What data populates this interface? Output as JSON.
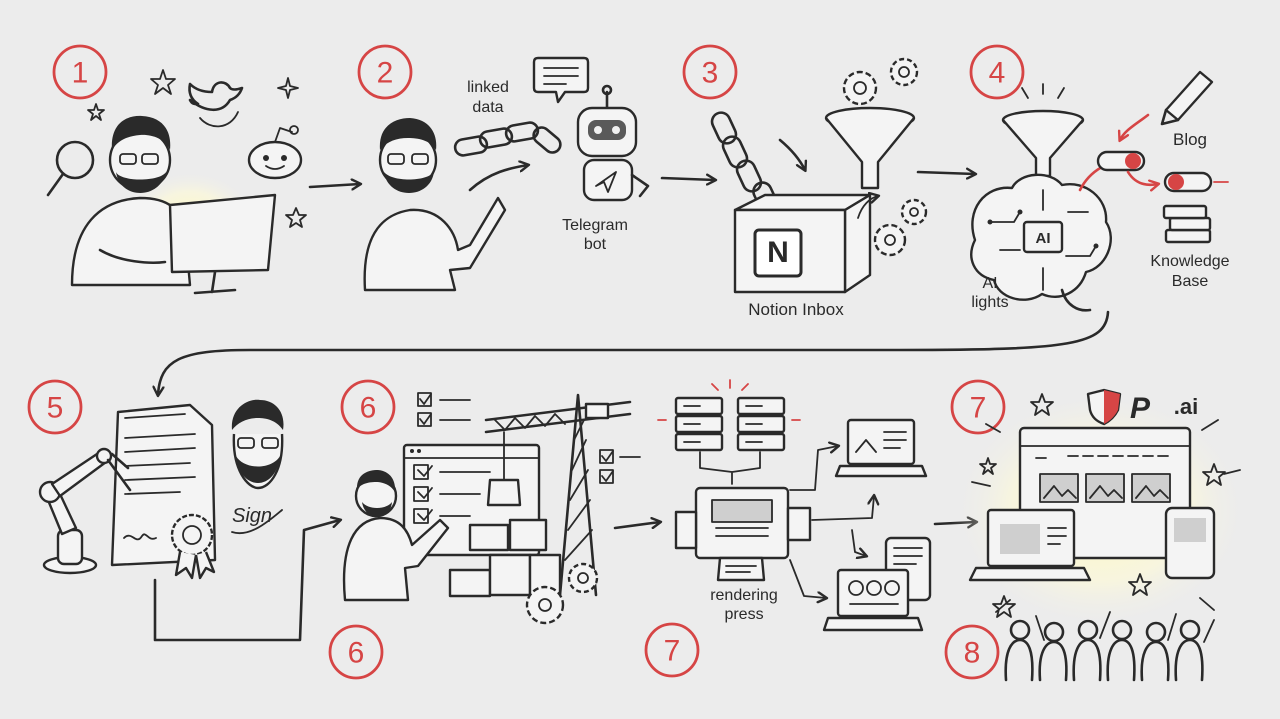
{
  "steps": [
    {
      "id": "1",
      "number": "1"
    },
    {
      "id": "2",
      "number": "2"
    },
    {
      "id": "3",
      "number": "3"
    },
    {
      "id": "4",
      "number": "4"
    },
    {
      "id": "5",
      "number": "5"
    },
    {
      "id": "6a",
      "number": "6"
    },
    {
      "id": "6b",
      "number": "6"
    },
    {
      "id": "7a",
      "number": "7"
    },
    {
      "id": "7b",
      "number": "7"
    },
    {
      "id": "8",
      "number": "8"
    }
  ],
  "labels": {
    "linked_data_line1": "linked",
    "linked_data_line2": "data",
    "telegram_line1": "Telegram",
    "telegram_line2": "bot",
    "notion_letter": "N",
    "notion_inbox": "Notion Inbox",
    "ai_chip": "AI",
    "ai_lights_line1": "AI",
    "ai_lights_line2": "lights",
    "blog": "Blog",
    "knowledge_line1": "Knowledge",
    "knowledge_line2": "Base",
    "rendering_line1": "rendering",
    "rendering_line2": "press",
    "domain": ".ai",
    "brand_letter": "P",
    "signature": "Sign"
  },
  "colors": {
    "accent_red": "#d64545",
    "ink": "#2a2a2a",
    "background": "#ececec",
    "glow": "#fff3a6"
  },
  "icons": [
    "twitter-bird-icon",
    "reddit-icon",
    "magnifier-icon",
    "star-icon",
    "chat-bubble-icon",
    "chain-icon",
    "robot-icon",
    "telegram-icon",
    "funnel-icon",
    "gear-icon",
    "notion-box-icon",
    "brain-icon",
    "pencil-icon",
    "toggle-icon",
    "books-icon",
    "document-icon",
    "robot-arm-icon",
    "seal-icon",
    "crane-icon",
    "checklist-icon",
    "server-icon",
    "printing-press-icon",
    "laptop-icon",
    "tablet-icon",
    "shield-icon",
    "audience-icon"
  ]
}
